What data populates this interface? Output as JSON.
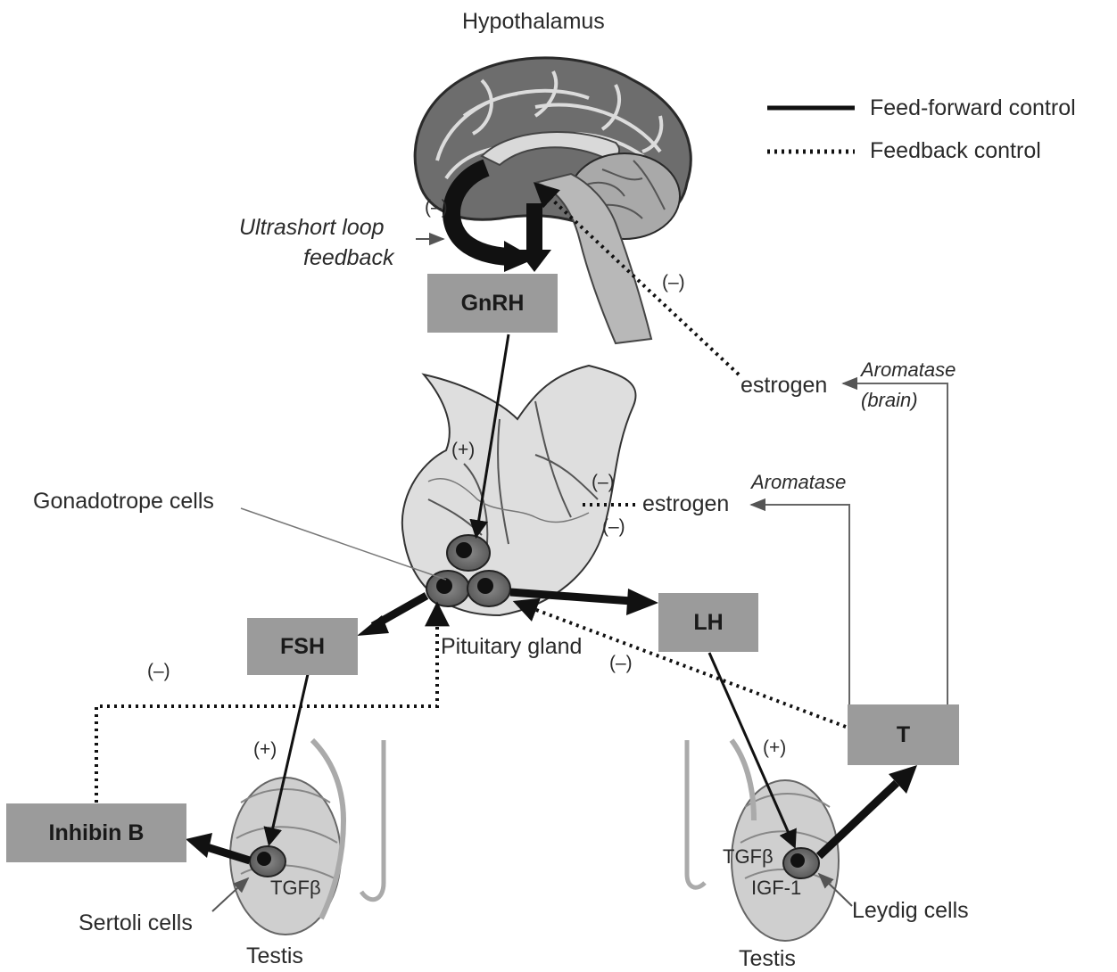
{
  "title": "Hypothalamus",
  "legend": {
    "feed_forward": "Feed-forward control",
    "feedback": "Feedback control"
  },
  "boxes": {
    "gnrh": "GnRH",
    "fsh": "FSH",
    "lh": "LH",
    "t": "T",
    "inhibin_b": "Inhibin B"
  },
  "labels": {
    "ultrashort_line1": "Ultrashort loop",
    "ultrashort_line2": "feedback",
    "estrogen_brain": "estrogen",
    "aromatase_brain_line1": "Aromatase",
    "aromatase_brain_line2": "(brain)",
    "estrogen_pituitary": "estrogen",
    "aromatase": "Aromatase",
    "gonadotrope_cells": "Gonadotrope cells",
    "pituitary_gland": "Pituitary gland",
    "sertoli_cells": "Sertoli cells",
    "leydig_cells": "Leydig cells",
    "testis_left": "Testis",
    "testis_right": "Testis",
    "tgfb_left": "TGFβ",
    "tgfb_right": "TGFβ",
    "igf1": "IGF-1"
  },
  "signs": {
    "ultrashort": "(–)",
    "estrogen_brain": "(–)",
    "gnrh_plus": "(+)",
    "estrogen_pit_1": "(–)",
    "estrogen_pit_2": "(–)",
    "inhibin": "(–)",
    "t_feedback": "(–)",
    "fsh_plus": "(+)",
    "lh_plus": "(+)"
  },
  "colors": {
    "box_fill": "#9b9b9b",
    "arrow": "#111111",
    "thin_line": "#7a7a7a"
  }
}
